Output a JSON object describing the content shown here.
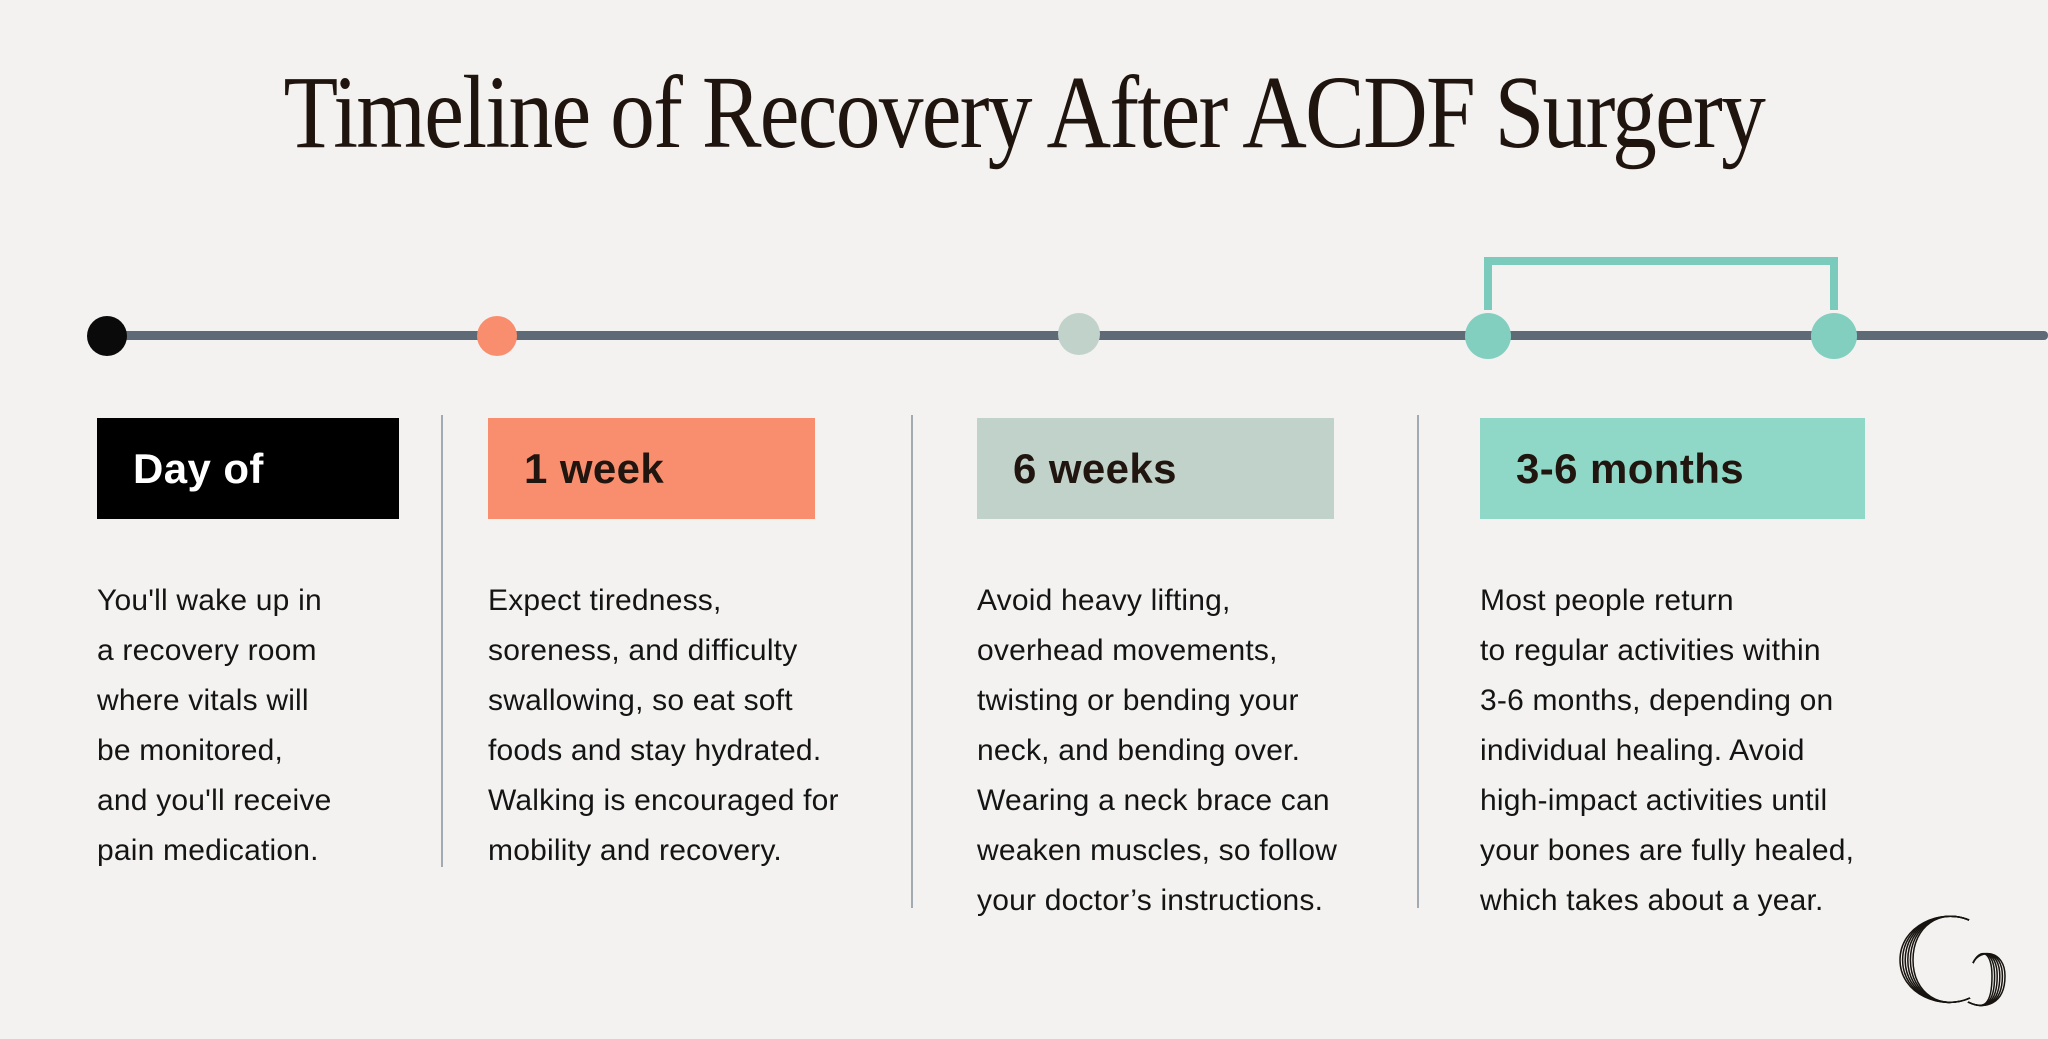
{
  "title": "Timeline of Recovery After ACDF Surgery",
  "palette": {
    "background": "#f3f2f0",
    "title_color": "#1f150e",
    "body_text_color": "#141414",
    "divider_color": "#a3abb2"
  },
  "timeline": {
    "line_color": "#5e6b77",
    "bracket_color": "#7bcbbd",
    "markers": [
      {
        "name": "day-of-dot",
        "color": "#0a0a0a"
      },
      {
        "name": "1-week-dot",
        "color": "#f98e6e"
      },
      {
        "name": "6-weeks-dot",
        "color": "#c1d2cb"
      },
      {
        "name": "3-months-dot",
        "color": "#82cfc0"
      },
      {
        "name": "6-months-dot",
        "color": "#82cfc0"
      }
    ]
  },
  "stages": [
    {
      "label": "Day of",
      "label_bg": "#000000",
      "label_color": "#ffffff",
      "description": "You'll wake up in\na recovery room\nwhere vitals will\nbe monitored,\nand you'll receive\npain medication."
    },
    {
      "label": "1 week",
      "label_bg": "#f98e6e",
      "label_color": "#20160f",
      "description": "Expect tiredness,\nsoreness, and difficulty\nswallowing, so eat soft\nfoods and stay hydrated.\nWalking is encouraged for\nmobility and recovery."
    },
    {
      "label": "6 weeks",
      "label_bg": "#c1d2cb",
      "label_color": "#20160f",
      "description": "Avoid heavy lifting,\noverhead movements,\ntwisting or bending your\nneck, and bending over.\nWearing a neck brace can\nweaken muscles, so follow\nyour doctor’s instructions."
    },
    {
      "label": "3-6 months",
      "label_bg": "#8fd7c6",
      "label_color": "#20160f",
      "description": "Most people return\nto regular activities within\n3-6 months, depending on\nindividual healing. Avoid\nhigh-impact activities until\nyour bones are fully healed,\nwhich takes about a year."
    }
  ],
  "logo": {
    "name": "Co monogram"
  }
}
